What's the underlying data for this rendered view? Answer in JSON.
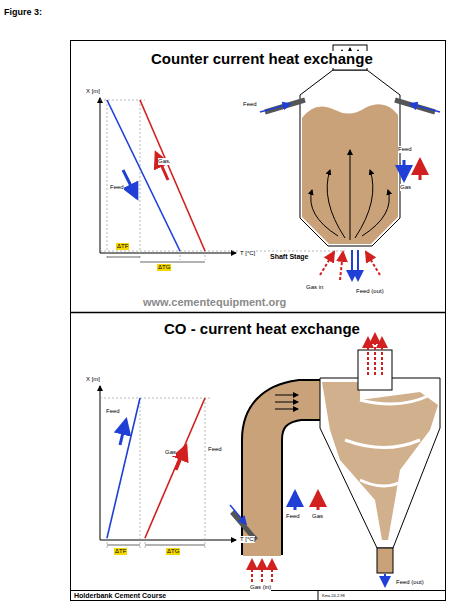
{
  "diagram": {
    "labels": [
      "Figure 3:",
      "Counter current heat exchange",
      "X [m]",
      "Gas",
      "Feed",
      "ΔTF",
      "ΔTG",
      "T [°C]",
      "Feed",
      "Feed",
      "Gas",
      "Shaft Stage",
      "Gas in",
      "Feed (out)",
      "www.cementequipment.org",
      "CO - current heat exchange",
      "X [m]",
      "Feed",
      "Gas",
      "Feed",
      "ΔTF",
      "ΔTG",
      "T [°C]",
      "Feed",
      "Gas",
      "Gas (in)",
      "Feed (out)",
      "Holderbank Cement Course",
      "Kma 24.2.98"
    ]
  }
}
